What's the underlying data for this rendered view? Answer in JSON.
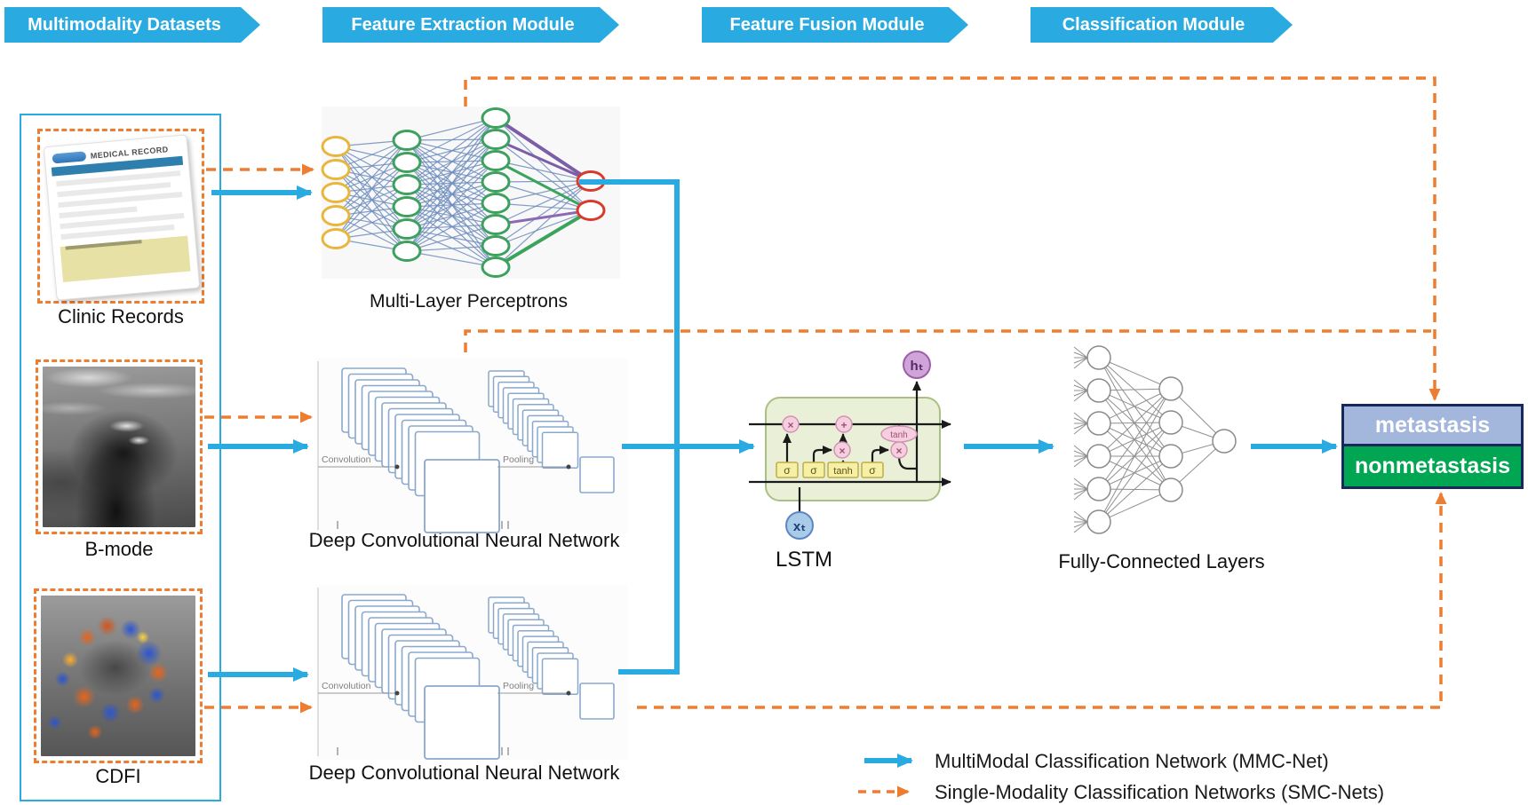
{
  "headers": {
    "datasets": "Multimodality Datasets",
    "feature_extraction": "Feature Extraction Module",
    "feature_fusion": "Feature Fusion Module",
    "classification": "Classification Module"
  },
  "datasets": {
    "clinic_records": {
      "label": "Clinic Records",
      "card_title": "MEDICAL RECORD"
    },
    "b_mode": {
      "label": "B-mode"
    },
    "cdfi": {
      "label": "CDFI"
    }
  },
  "modules": {
    "mlp": {
      "label": "Multi-Layer Perceptrons",
      "layers": [
        5,
        6,
        8,
        2
      ]
    },
    "dcnn_top": {
      "label": "Deep Convolutional Neural Network",
      "conv_label": "Convolution",
      "pool_label": "Pooling"
    },
    "dcnn_bottom": {
      "label": "Deep Convolutional Neural Network",
      "conv_label": "Convolution",
      "pool_label": "Pooling"
    },
    "lstm": {
      "label": "LSTM",
      "input_symbol": "xₜ",
      "output_symbol": "hₜ",
      "gate1": "σ",
      "gate2": "σ",
      "gate3": "tanh",
      "gate4": "σ",
      "op_multiply": "×",
      "op_add": "+",
      "op_tanh": "tanh"
    },
    "fc": {
      "label": "Fully-Connected Layers",
      "layers": [
        6,
        4,
        1
      ]
    }
  },
  "classification": {
    "positive": "metastasis",
    "negative": "nonmetastasis"
  },
  "legend": {
    "mmc": "MultiModal Classification Network (MMC-Net)",
    "smc": "Single-Modality Classification Networks (SMC-Nets)"
  },
  "colors": {
    "flow_blue": "#29abe2",
    "flow_orange": "#ED7D31",
    "metastasis_fill": "#a3b6dc",
    "nonmetastasis_fill": "#00a651",
    "classification_border": "#17285c"
  }
}
